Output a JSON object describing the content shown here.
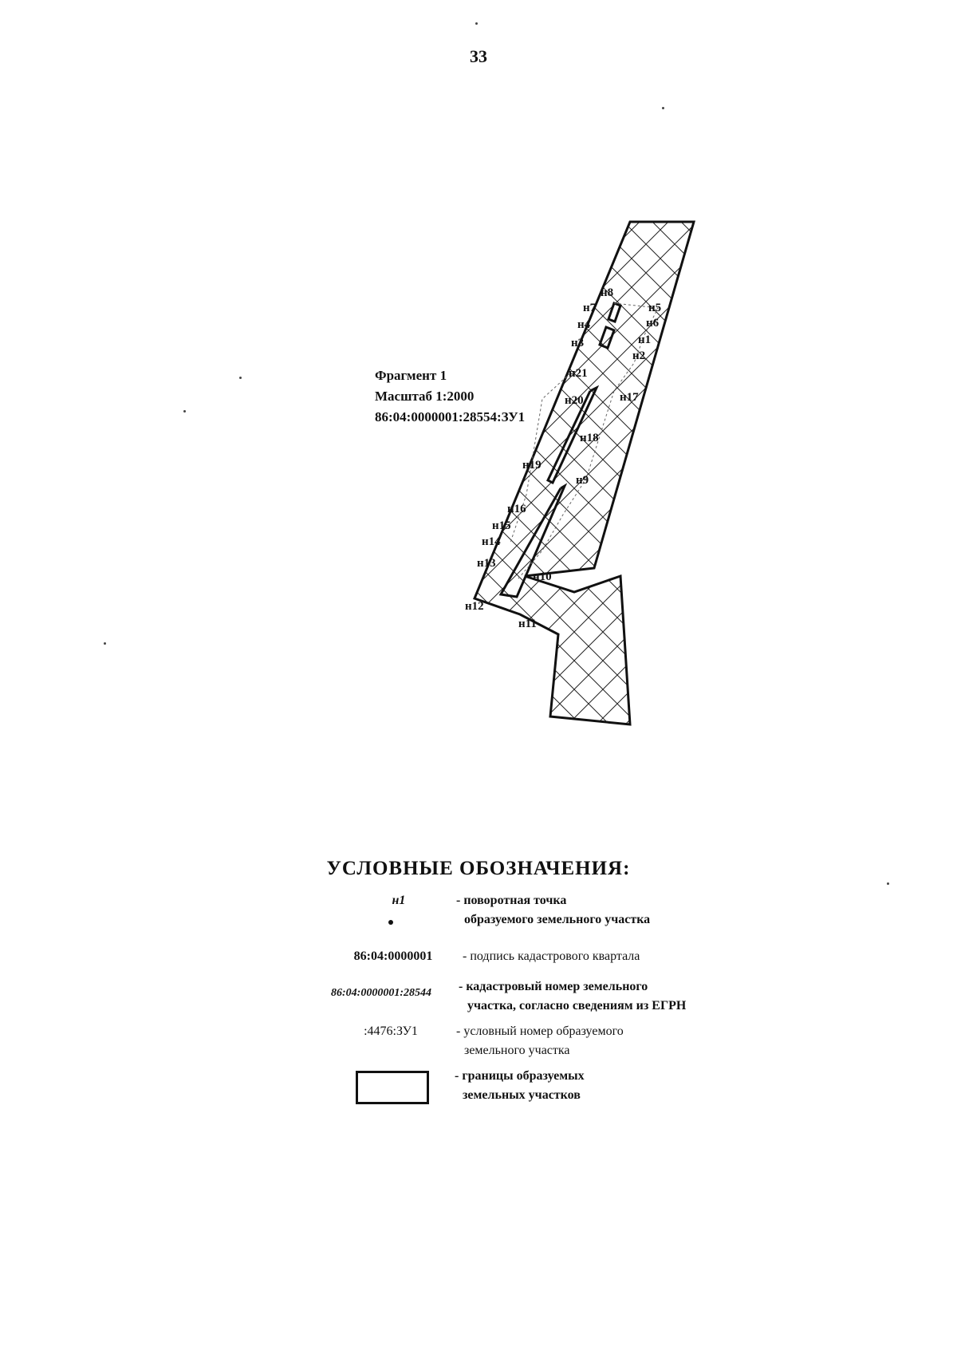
{
  "page_number": "33",
  "fragment": {
    "title": "Фрагмент 1",
    "scale": "Масштаб 1:2000",
    "parcel_id": "86:04:0000001:28554:ЗУ1"
  },
  "map": {
    "point_labels": [
      "н1",
      "н2",
      "н3",
      "н4",
      "н5",
      "н6",
      "н7",
      "н8",
      "н9",
      "н10",
      "н11",
      "н12",
      "н13",
      "н14",
      "н15",
      "н16",
      "н17",
      "н18",
      "н19",
      "н20",
      "н21"
    ]
  },
  "legend": {
    "title": "УСЛОВНЫЕ ОБОЗНАЧЕНИЯ:",
    "items": [
      {
        "symbol": "н1",
        "line1": "- поворотная точка",
        "line2": "образуемого земельного участка"
      },
      {
        "symbol": "86:04:0000001",
        "line1": "- подпись кадастрового квартала"
      },
      {
        "symbol": "86:04:0000001:28544",
        "line1": "- кадастровый номер земельного",
        "line2": "участка, согласно сведениям из ЕГРН"
      },
      {
        "symbol": ":4476:ЗУ1",
        "line1": "- условный номер образуемого",
        "line2": "земельного участка"
      },
      {
        "line1": "- границы образуемых",
        "line2": "земельных участков"
      }
    ]
  }
}
